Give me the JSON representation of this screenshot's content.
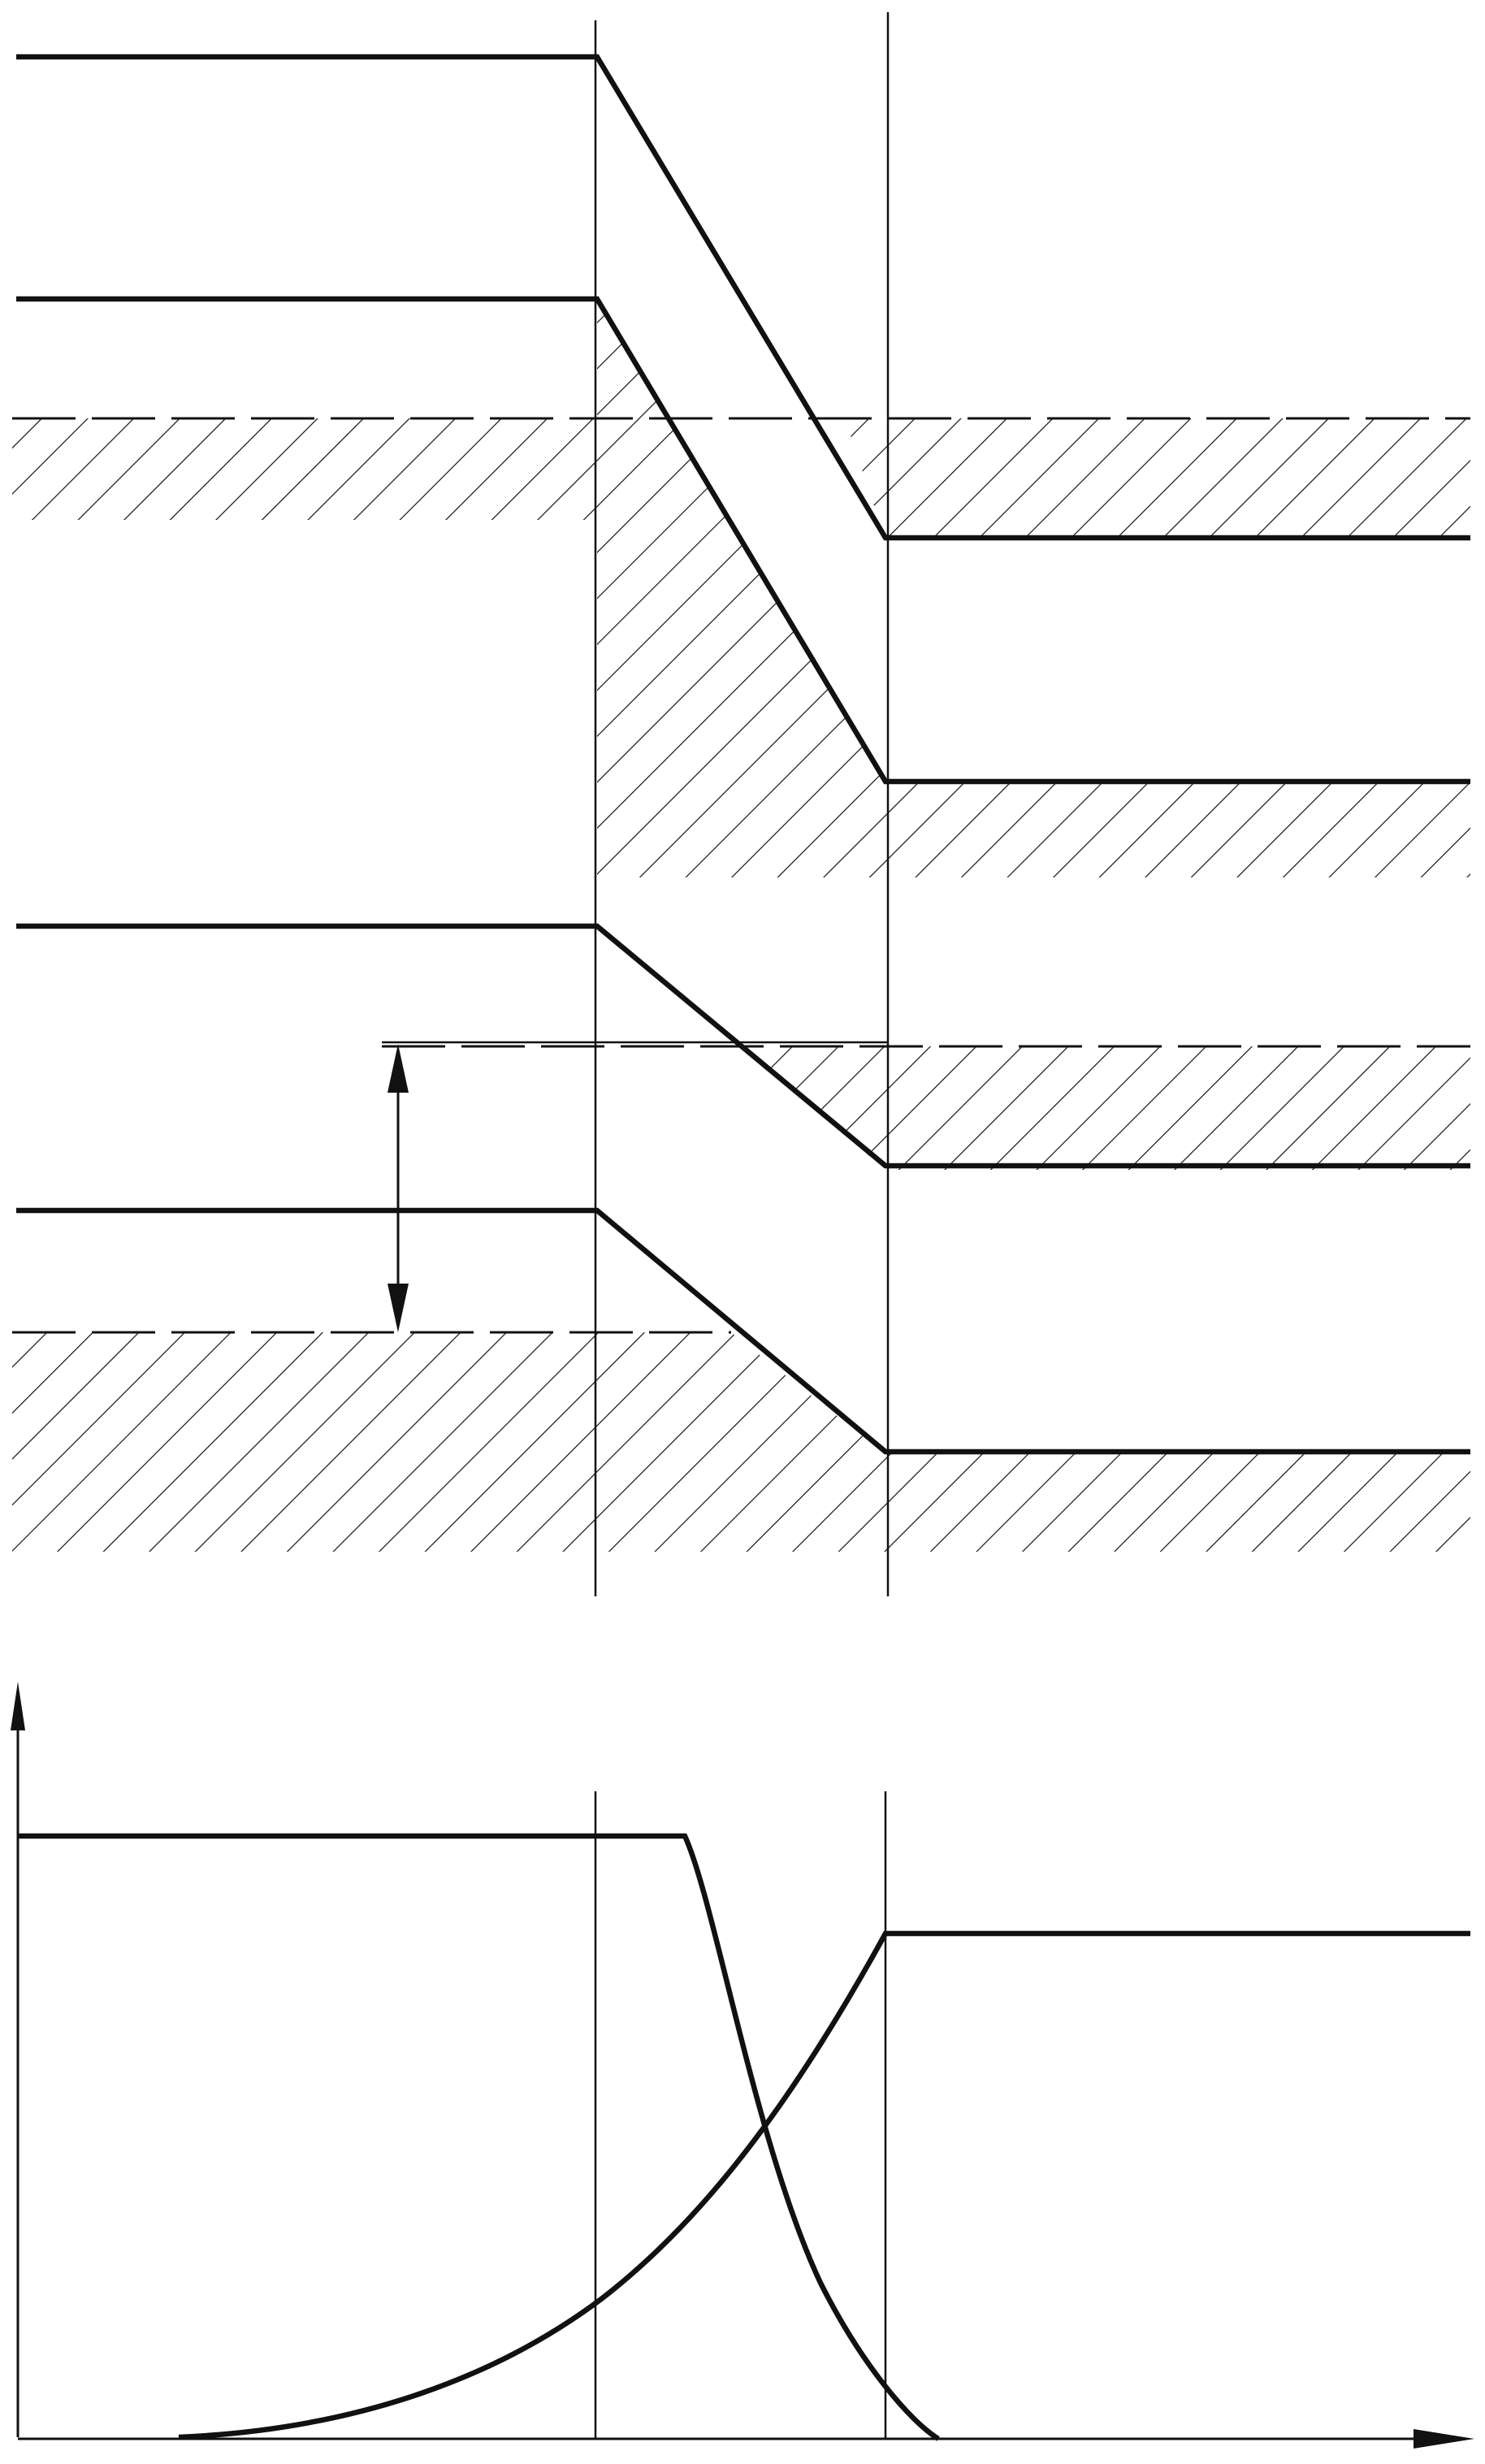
{
  "figure": {
    "description": "",
    "colors": {
      "ink": "#111111",
      "paper": "#ffffff"
    }
  },
  "icons": {
    "arrow-up": "vertical-axis-arrow",
    "arrow-right": "horizontal-axis-arrow",
    "double-arrow": "double-headed-dimension-arrow"
  }
}
